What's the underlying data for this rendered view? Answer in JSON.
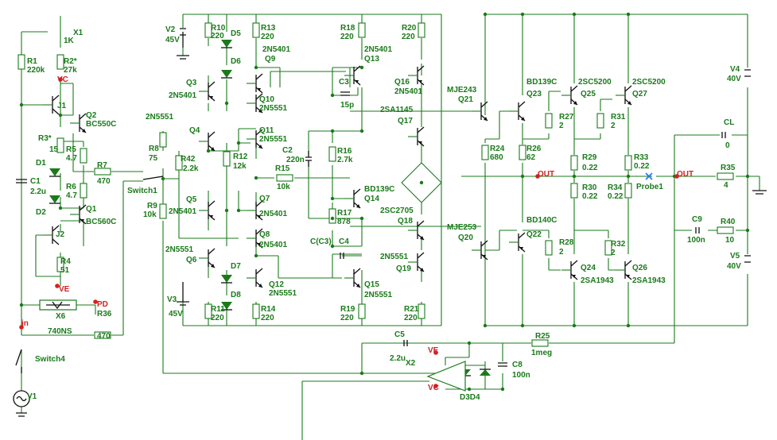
{
  "colors": {
    "wire": "#1a7a1a",
    "node": "#d42020",
    "background": "#ffffff"
  },
  "components": {
    "X1": "X1",
    "X1v": "1K",
    "R1": "R1",
    "R1v": "220k",
    "R2": "R2*",
    "R2v": "27k",
    "J1": "J1",
    "J2": "J2",
    "Q1": "Q1",
    "Q1t": "BC560C",
    "Q2": "Q2",
    "Q2t": "BC550C",
    "R3": "R3*",
    "R3v": "15",
    "R4": "R4",
    "R4v": "51",
    "R5": "R5",
    "R5v": "4.7",
    "R6": "R6",
    "R6v": "4.7",
    "R7": "R7",
    "R7v": "470",
    "R8": "R8",
    "R8v": "75",
    "R9": "R9",
    "R9v": "10k",
    "R10": "R10",
    "R10v": "220",
    "R11": "R11",
    "R11v": "220",
    "R12": "R12",
    "R12v": "12k",
    "R13": "R13",
    "R13v": "220",
    "R14": "R14",
    "R14v": "220",
    "R15": "R15",
    "R15v": "10k",
    "R16": "R16",
    "R16v": "2.7k",
    "R17": "R17",
    "R17v": "878",
    "R18": "R18",
    "R18v": "220",
    "R19": "R19",
    "R19v": "220",
    "R20": "R20",
    "R20v": "220",
    "R21": "R21",
    "R21v": "220",
    "R24": "R24",
    "R24v": "680",
    "R25": "R25",
    "R25v": "1meg",
    "R26": "R26",
    "R26v": "62",
    "R27": "R27",
    "R27v": "2",
    "R28": "R28",
    "R28v": "2",
    "R29": "R29",
    "R29v": "0.22",
    "R30": "R30",
    "R30v": "0.22",
    "R31": "R31",
    "R31v": "2",
    "R32": "R32",
    "R32v": "2",
    "R33": "R33",
    "R33v": "0.22",
    "R34": "R34",
    "R34v": "0.22",
    "R35": "R35",
    "R35v": "4",
    "R36": "R36",
    "R36v": "470",
    "R40": "R40",
    "R40v": "10",
    "R42": "R42",
    "R42v": "2.2k",
    "C1": "C1",
    "C1v": "2.2u",
    "C2": "C2",
    "C2v": "220n",
    "C3": "C3",
    "C3v": "15p",
    "C4": "C4",
    "CC3": "C(C3)",
    "C5": "C5",
    "C5v": "2.2u",
    "C8": "C8",
    "C8v": "100n",
    "C9": "C9",
    "C9v": "100n",
    "CL": "CL",
    "CLv": "0",
    "D1": "D1",
    "D2": "D2",
    "D5": "D5",
    "D6": "D6",
    "D7": "D7",
    "D8": "D8",
    "D3D4": "D3D4",
    "Q3": "Q3",
    "Q3t": "2N5401",
    "Q4": "Q4",
    "Q4t": "2N5551",
    "Q5": "Q5",
    "Q5t": "2N5401",
    "Q6": "Q6",
    "Q6t": "2N5551",
    "Q7": "Q7",
    "Q7t": "2N5401",
    "Q8": "Q8",
    "Q8t": "2N5401",
    "Q9": "Q9",
    "Q9t": "2N5401",
    "Q10": "Q10",
    "Q10t": "2N5551",
    "Q11": "Q11",
    "Q11t": "2N5551",
    "Q12": "Q12",
    "Q12t": "2N5551",
    "Q13": "Q13",
    "Q13t": "2N5401",
    "Q14": "Q14",
    "Q14t": "BD139C",
    "Q15": "Q15",
    "Q15t": "2N5551",
    "Q16": "Q16",
    "Q16t": "2N5401",
    "Q17": "Q17",
    "Q17t": "2SA1145",
    "Q18": "Q18",
    "Q18t": "2SC2705",
    "Q19": "Q19",
    "Q19t": "2N5551",
    "Q20": "Q20",
    "Q20t": "MJE253",
    "Q21": "Q21",
    "Q21t": "MJE243",
    "Q22": "Q22",
    "Q22t": "BD140C",
    "Q23": "Q23",
    "Q23t": "BD139C",
    "Q24": "Q24",
    "Q24t": "2SA1943",
    "Q25": "Q25",
    "Q25t": "2SC5200",
    "Q26": "Q26",
    "Q26t": "2SA1943",
    "Q27": "Q27",
    "Q27t": "2SC5200",
    "V1": "V1",
    "V2": "V2",
    "V2v": "45V",
    "V3": "V3",
    "V3v": "45V",
    "V4": "V4",
    "V4v": "40V",
    "V5": "V5",
    "V5v": "40V",
    "X2": "X2",
    "X6": "X6",
    "X6t": "740NS",
    "Switch1": "Switch1",
    "Switch4": "Switch4",
    "Probe1": "Probe1"
  },
  "nodes": {
    "VC": "VC",
    "VE": "VE",
    "PD": "PD",
    "OUT": "OUT",
    "OUT2": "OUT",
    "in": "in",
    "VE2": "VE",
    "VC2": "VC"
  }
}
